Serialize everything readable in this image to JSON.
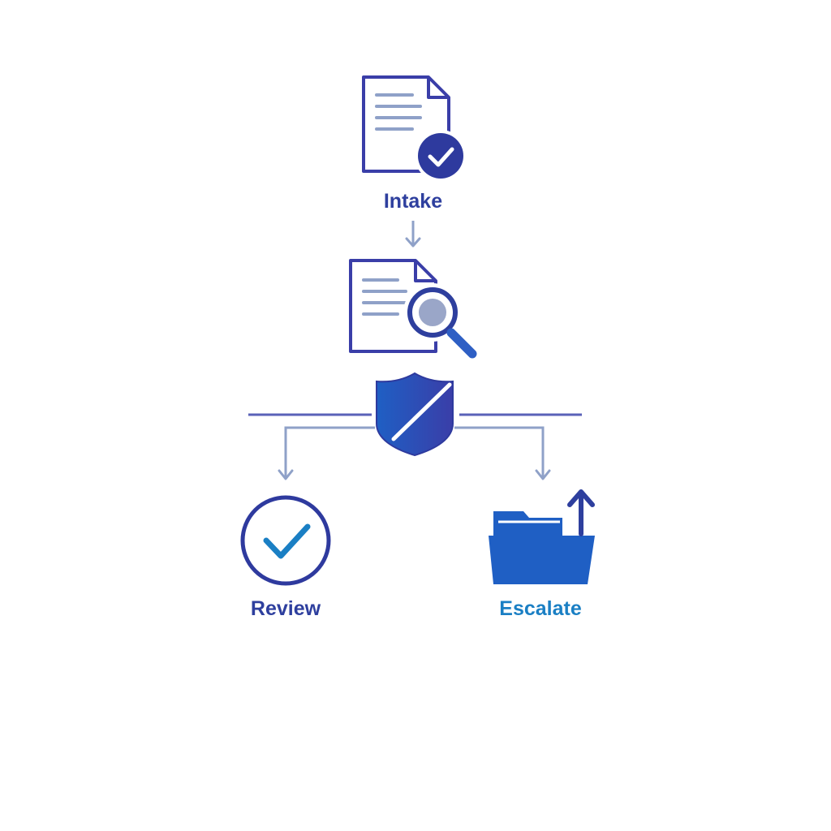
{
  "nodes": {
    "intake": {
      "label": "Intake"
    },
    "review": {
      "label": "Review"
    },
    "escalate": {
      "label": "Escalate"
    }
  },
  "colors": {
    "primary": "#3a3ea8",
    "accent_blue": "#1f5fc4",
    "connector": "#8fa1c8",
    "branch_line": "#5a62b8",
    "escalate_label": "#1a7fc4",
    "magnifier_lens": "#9aa6c8"
  },
  "icons": {
    "intake": "document-check-icon",
    "inspect": "document-search-icon",
    "decision": "shield-icon",
    "review": "check-circle-icon",
    "escalate": "folder-upload-icon"
  }
}
